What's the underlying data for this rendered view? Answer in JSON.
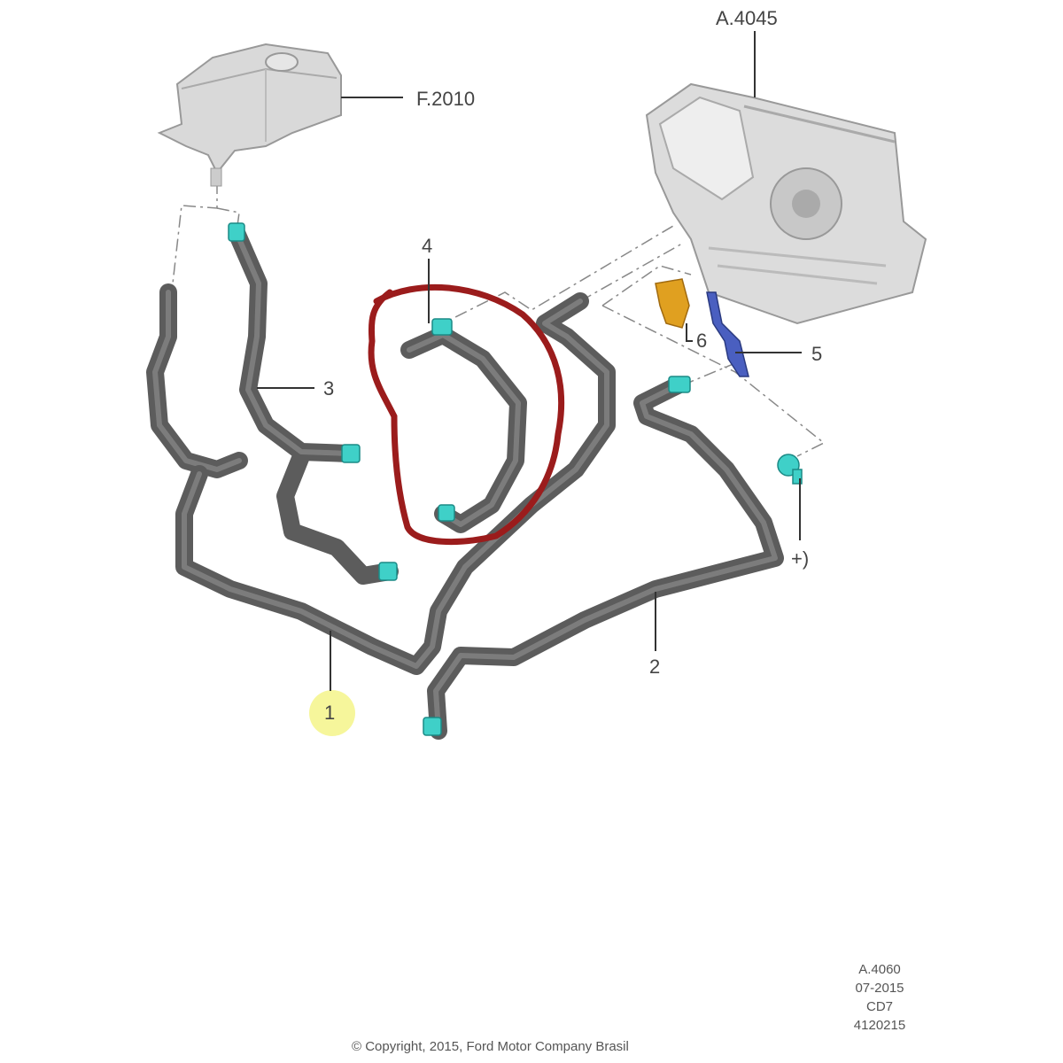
{
  "diagram": {
    "callouts": {
      "heater_unit": "A.4045",
      "expansion_tank": "F.2010",
      "part_1": "1",
      "part_2": "2",
      "part_3": "3",
      "part_4": "4",
      "part_5": "5",
      "part_6": "6",
      "bolt_note": "+)"
    },
    "reference_block": {
      "figure_code": "A.4060",
      "date": "07-2015",
      "catalog": "CD7",
      "number": "4120215"
    },
    "copyright": "© Copyright, 2015, Ford Motor Company Brasil",
    "colors": {
      "hose": "#5c5c5c",
      "connector": "#3fd0c8",
      "bracket_6": "#e0a020",
      "bracket_5": "#4a5fc0",
      "highlight_circle": "#9b1c1c",
      "part1_marker": "#f4f48a"
    }
  }
}
